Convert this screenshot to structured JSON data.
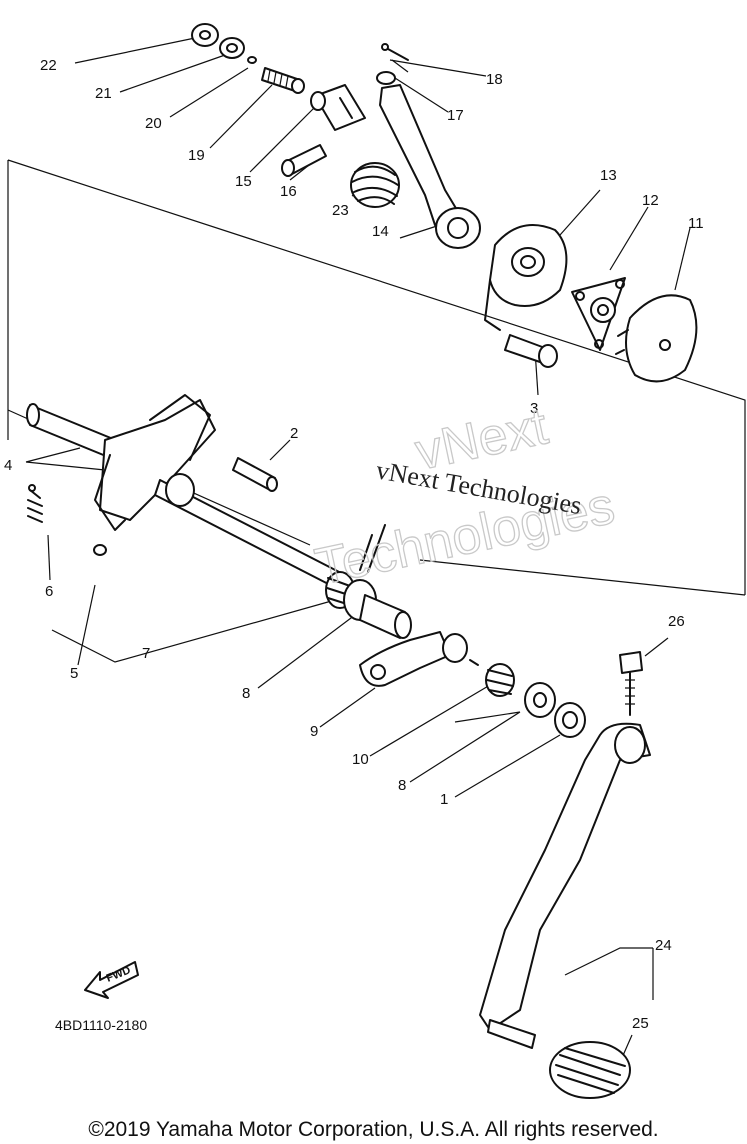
{
  "watermark": {
    "line1": "vNext Technologies",
    "big1": "vNext",
    "big2": "Technologies"
  },
  "drawing_code": "4BD1110-2180",
  "fwd_label": "FWD",
  "copyright": "©2019 Yamaha Motor Corporation, U.S.A. All rights reserved.",
  "callouts": {
    "c1": "1",
    "c2": "2",
    "c3": "3",
    "c4": "4",
    "c5": "5",
    "c6": "6",
    "c7": "7",
    "c8a": "8",
    "c8b": "8",
    "c9": "9",
    "c10": "10",
    "c11": "11",
    "c12": "12",
    "c13": "13",
    "c14": "14",
    "c15": "15",
    "c16": "16",
    "c17": "17",
    "c18": "18",
    "c19": "19",
    "c20": "20",
    "c21": "21",
    "c22": "22",
    "c23": "23",
    "c24": "24",
    "c25": "25",
    "c26": "26"
  }
}
